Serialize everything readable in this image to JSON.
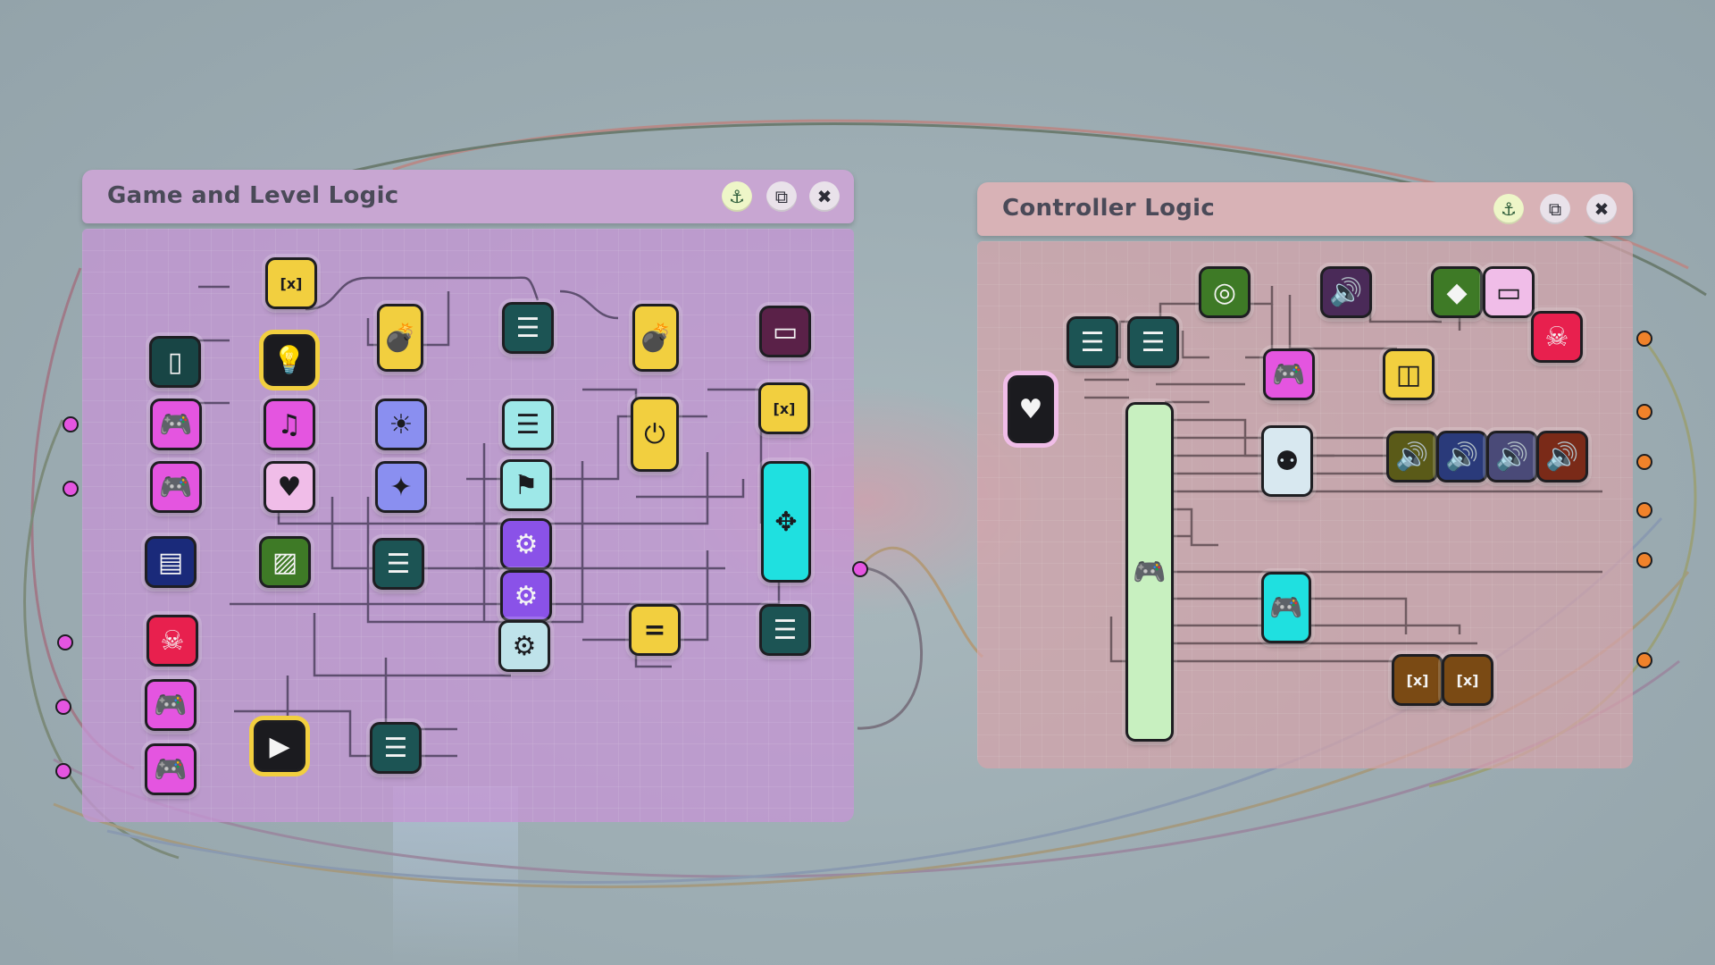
{
  "panels": {
    "game": {
      "title": "Game and Level Logic",
      "buttons": {
        "anchor": "⚓",
        "detach": "⧉",
        "close": "✖"
      }
    },
    "controller": {
      "title": "Controller Logic",
      "buttons": {
        "anchor": "⚓",
        "detach": "⧉",
        "close": "✖"
      }
    }
  },
  "nodes": {
    "game": [
      {
        "name": "variable-node",
        "icon": "[x]",
        "color": "#f2cf3f"
      },
      {
        "name": "door-node",
        "icon": "▯",
        "color": "#184545"
      },
      {
        "name": "lightbulb-node",
        "icon": "💡",
        "color": "#f2cf3f"
      },
      {
        "name": "bomb-node",
        "icon": "💣",
        "color": "#f2cf3f"
      },
      {
        "name": "text-display-node",
        "icon": "☰",
        "color": "#1c5454"
      },
      {
        "name": "bomb-node-2",
        "icon": "💣",
        "color": "#f2cf3f"
      },
      {
        "name": "screen-node",
        "icon": "▭",
        "color": "#5a2148"
      },
      {
        "name": "controller-node-1",
        "icon": "🎮",
        "color": "#e455e0"
      },
      {
        "name": "music-node",
        "icon": "♫",
        "color": "#e455e0"
      },
      {
        "name": "weather-node",
        "icon": "☀",
        "color": "#8a8ff0"
      },
      {
        "name": "text-display-node-2",
        "icon": "☰",
        "color": "#9ee8e8"
      },
      {
        "name": "timer-node",
        "icon": "⏻",
        "color": "#f2cf3f"
      },
      {
        "name": "variable-node-2",
        "icon": "[x]",
        "color": "#f2cf3f"
      },
      {
        "name": "controller-node-2",
        "icon": "🎮",
        "color": "#e455e0"
      },
      {
        "name": "health-node",
        "icon": "♥",
        "color": "#f0bde8"
      },
      {
        "name": "sparkle-node",
        "icon": "✦",
        "color": "#8a8ff0"
      },
      {
        "name": "checkpoint-flag-node",
        "icon": "⚑",
        "color": "#9ee8e8"
      },
      {
        "name": "movement-node",
        "icon": "✥",
        "color": "#1fe0e0"
      },
      {
        "name": "notes-node",
        "icon": "▤",
        "color": "#1a2a7a"
      },
      {
        "name": "pattern-node",
        "icon": "▨",
        "color": "#3e7a26"
      },
      {
        "name": "text-display-node-3",
        "icon": "☰",
        "color": "#1c5454"
      },
      {
        "name": "gears-node-1",
        "icon": "⚙",
        "color": "#8a52e8"
      },
      {
        "name": "gears-node-2",
        "icon": "⚙",
        "color": "#8a52e8"
      },
      {
        "name": "skull-node",
        "icon": "☠",
        "color": "#e8204e"
      },
      {
        "name": "global-settings-node",
        "icon": "⚙",
        "color": "#bfe3ea"
      },
      {
        "name": "compare-node",
        "icon": "=",
        "color": "#f2cf3f"
      },
      {
        "name": "text-display-node-4",
        "icon": "☰",
        "color": "#1c5454"
      },
      {
        "name": "controller-node-3",
        "icon": "🎮",
        "color": "#e455e0"
      },
      {
        "name": "controller-node-4",
        "icon": "🎮",
        "color": "#e455e0"
      },
      {
        "name": "splitter-node",
        "icon": "▶",
        "color": "#f2cf3f"
      },
      {
        "name": "text-display-node-5",
        "icon": "☰",
        "color": "#1c5454"
      }
    ],
    "controller": [
      {
        "name": "target-node",
        "icon": "◎",
        "color": "#3e7a26"
      },
      {
        "name": "speaker-node-1",
        "icon": "🔊",
        "color": "#4a2a58"
      },
      {
        "name": "diamond-node",
        "icon": "◆",
        "color": "#3e7a26"
      },
      {
        "name": "screen-node",
        "icon": "▭",
        "color": "#f0bde8"
      },
      {
        "name": "text-display-node-1",
        "icon": "☰",
        "color": "#1c5454"
      },
      {
        "name": "text-display-node-2",
        "icon": "☰",
        "color": "#1c5454"
      },
      {
        "name": "skull-node",
        "icon": "☠",
        "color": "#e8204e"
      },
      {
        "name": "controller-node-1",
        "icon": "🎮",
        "color": "#e455e0"
      },
      {
        "name": "door-split-node",
        "icon": "◫",
        "color": "#f2cf3f"
      },
      {
        "name": "heart-node",
        "icon": "♥",
        "color": "#1b1b1f"
      },
      {
        "name": "controller-sensor-node",
        "icon": "🎮",
        "color": "#c8f0c0"
      },
      {
        "name": "character-node",
        "icon": "⚉",
        "color": "#d8e8f0"
      },
      {
        "name": "speaker-node-2",
        "icon": "🔊",
        "color": "#5a5a18"
      },
      {
        "name": "speaker-node-3",
        "icon": "🔊",
        "color": "#2a3a7a"
      },
      {
        "name": "speaker-node-4",
        "icon": "🔊",
        "color": "#4a4a78"
      },
      {
        "name": "speaker-node-5",
        "icon": "🔊",
        "color": "#7a2a18"
      },
      {
        "name": "controller-node-2",
        "icon": "🎮",
        "color": "#1fe0e0"
      },
      {
        "name": "variable-node-1",
        "icon": "[x]",
        "color": "#7a4a14"
      },
      {
        "name": "variable-node-2",
        "icon": "[x]",
        "color": "#7a4a14"
      }
    ]
  }
}
